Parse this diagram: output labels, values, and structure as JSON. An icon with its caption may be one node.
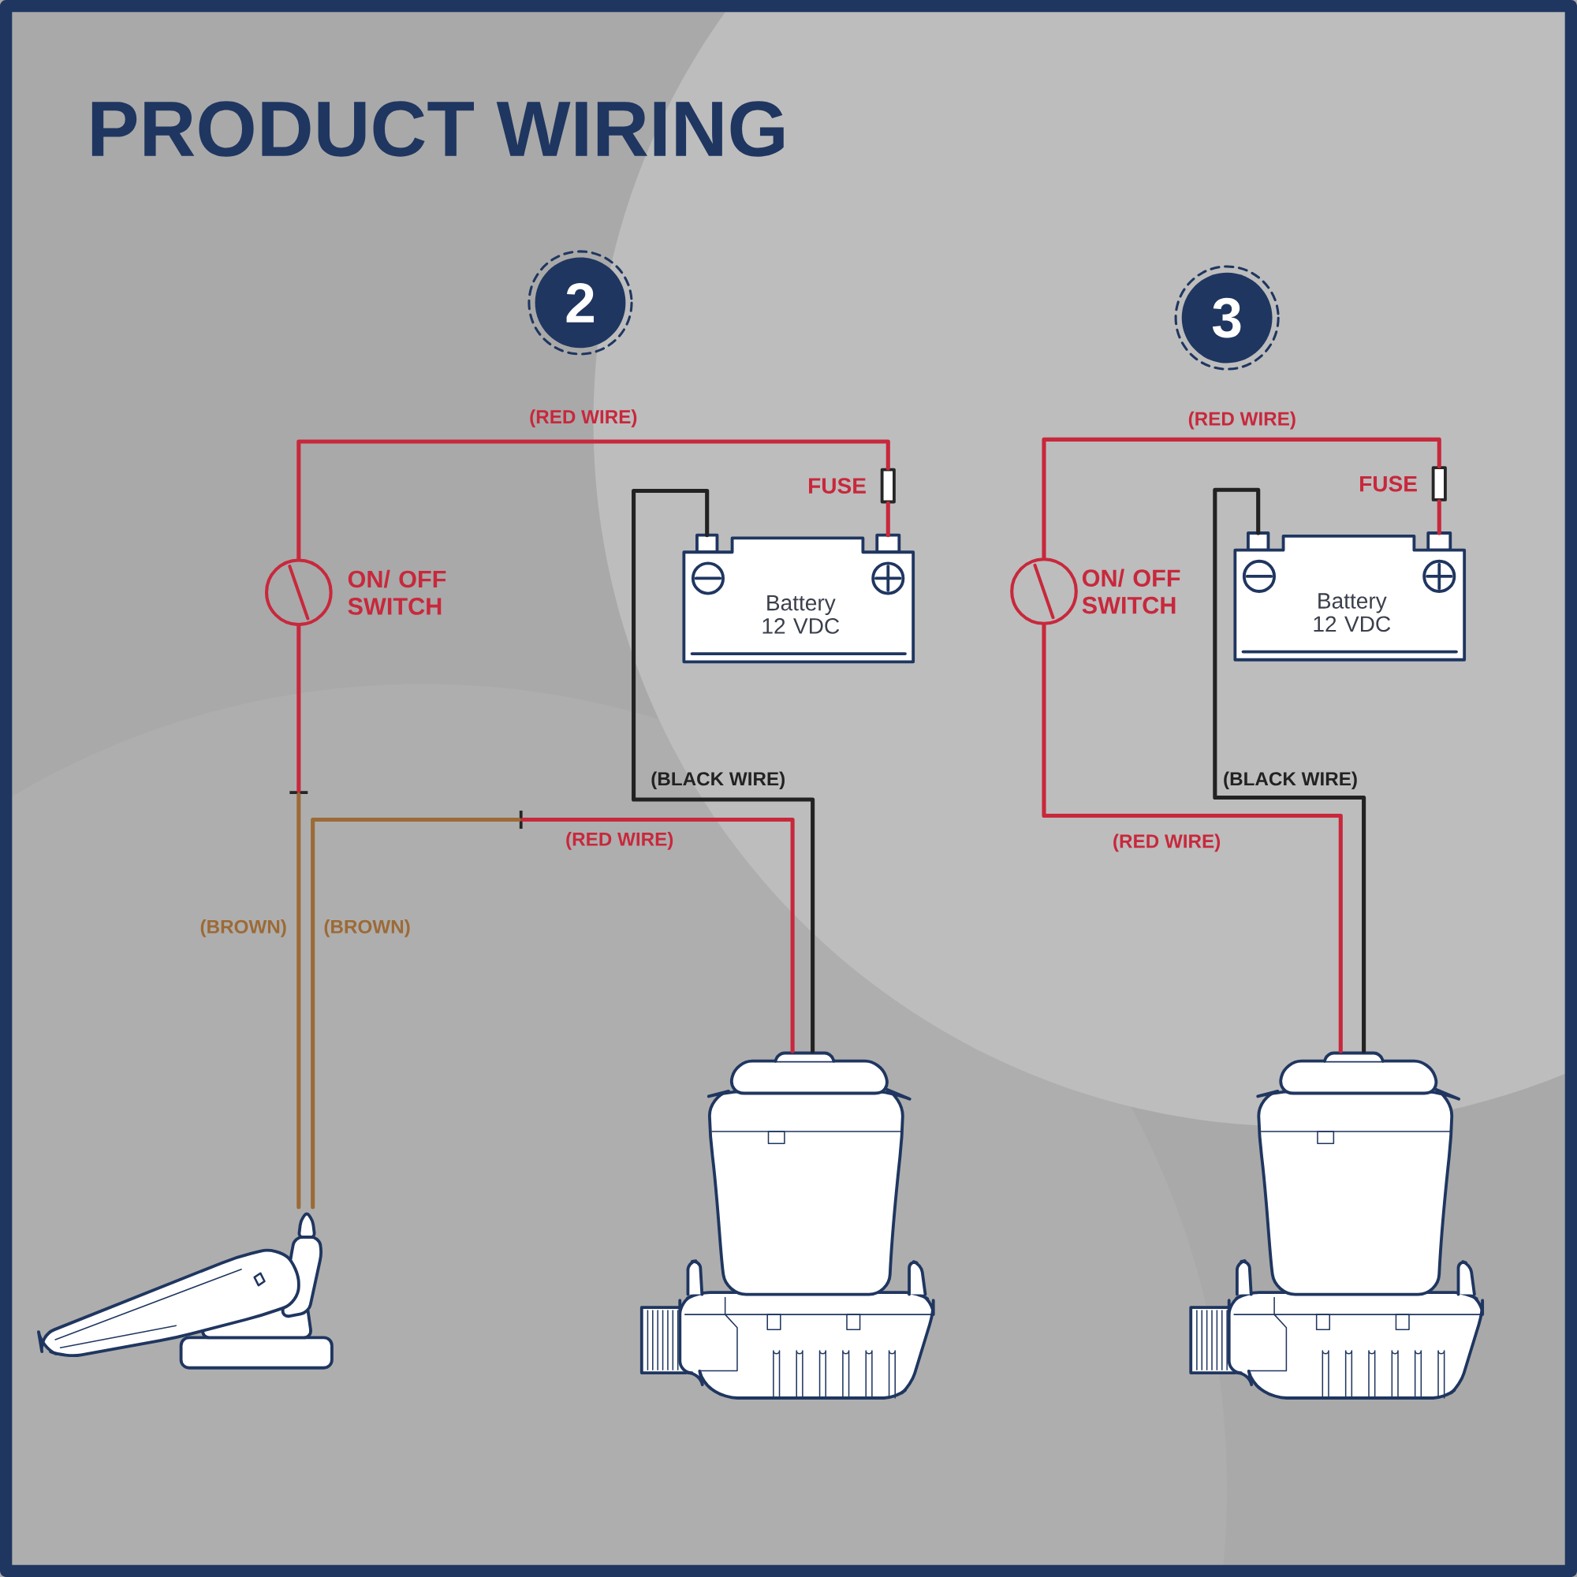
{
  "diagram": {
    "title": "PRODUCT WIRING",
    "nodes": [
      {
        "text": [
          "2"
        ]
      },
      {
        "text": [
          "3"
        ]
      },
      {
        "text": [
          "ON/ OFF SWITCH"
        ]
      },
      {
        "text": [
          "FUSE"
        ]
      },
      {
        "text": [
          "Battery 12 VDC"
        ]
      },
      {
        "text": [],
        "shape": "bar"
      },
      {
        "text": [],
        "shape": "bar"
      },
      {
        "text": [],
        "shape": "picture"
      },
      {
        "text": [],
        "shape": "picture"
      },
      {
        "text": [
          "ON/ OFF SWITCH"
        ]
      },
      {
        "text": [
          "FUSE"
        ]
      },
      {
        "text": [
          "Battery 12 VDC"
        ]
      },
      {
        "text": [],
        "shape": "picture"
      }
    ],
    "edges": [
      {
        "from": 2,
        "to": 3,
        "arrow": "none",
        "label": "(RED WIRE)"
      },
      {
        "from": 3,
        "to": 4,
        "arrow": "none"
      },
      {
        "from": 4,
        "to": 8,
        "arrow": "none",
        "label": "(BLACK WIRE)",
        "color": "#222222"
      },
      {
        "from": 2,
        "to": 5,
        "arrow": "none"
      },
      {
        "from": 5,
        "to": 7,
        "arrow": "none",
        "label": "(BROWN)",
        "color": "#9c6a36"
      },
      {
        "from": 7,
        "to": 6,
        "arrow": "none",
        "label": "(BROWN)",
        "color": "#9c6a36"
      },
      {
        "from": 6,
        "to": 8,
        "arrow": "none",
        "label": "(RED WIRE)"
      },
      {
        "from": 9,
        "to": 10,
        "arrow": "none",
        "label": "(RED WIRE)"
      },
      {
        "from": 10,
        "to": 11,
        "arrow": "none"
      },
      {
        "from": 11,
        "to": 12,
        "arrow": "none",
        "label": "(BLACK WIRE)",
        "color": "#222222"
      },
      {
        "from": 9,
        "to": 12,
        "arrow": "none",
        "label": "(RED WIRE)"
      }
    ]
  }
}
